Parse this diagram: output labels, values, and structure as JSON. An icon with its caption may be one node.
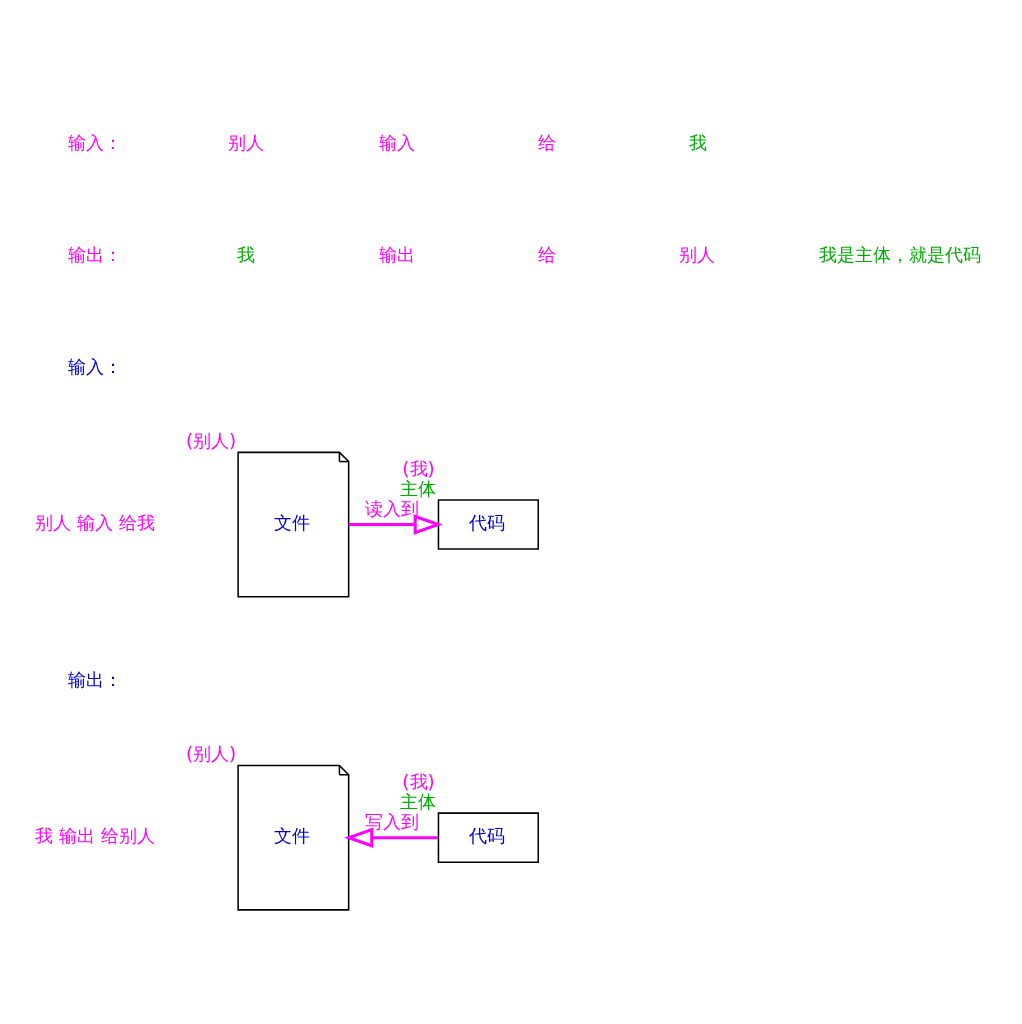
{
  "diagram": {
    "nodes": [
      {
        "text": [
          "文件"
        ],
        "beside": [
          "(别人)"
        ]
      },
      {
        "text": [
          "代码"
        ],
        "beside": [
          "(我)",
          "主体"
        ]
      },
      {
        "text": [
          "文件"
        ],
        "beside": [
          "(别人)"
        ]
      },
      {
        "text": [
          "代码"
        ],
        "beside": [
          "(我)",
          "主体"
        ]
      }
    ],
    "edges": [
      {
        "from": 0,
        "to": 1,
        "arrow": "to",
        "label": "读入到"
      },
      {
        "from": 3,
        "to": 2,
        "arrow": "to",
        "label": "写入到"
      }
    ],
    "labels": [
      "输入：",
      "别人",
      "输入",
      "给",
      "我",
      "输出：",
      "我",
      "输出",
      "给",
      "别人",
      "我是主体，就是代码",
      "输入：",
      "别人 输入 给我",
      "输出：",
      "我 输出 给别人"
    ]
  }
}
